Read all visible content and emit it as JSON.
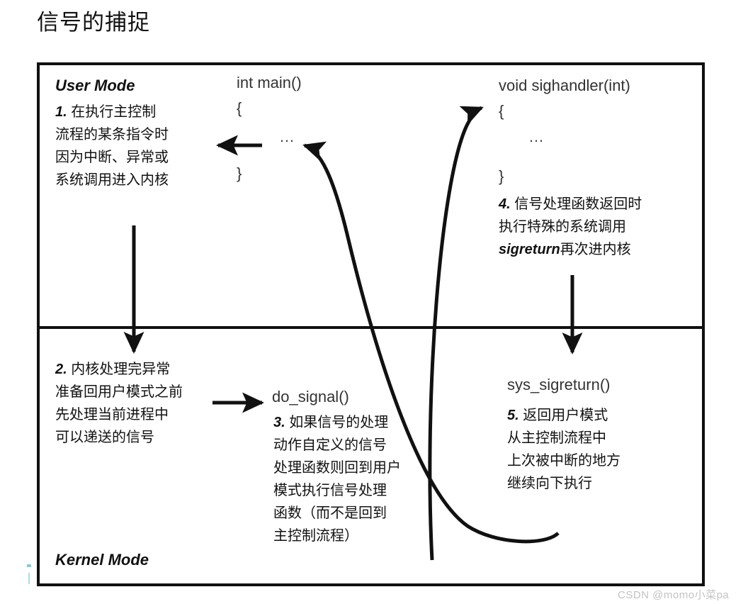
{
  "page": {
    "title": "信号的捕捉",
    "watermark": "CSDN @momo小菜pa"
  },
  "diagram": {
    "type": "flow-diagram",
    "modes": {
      "user": "User Mode",
      "kernel": "Kernel Mode"
    },
    "code": {
      "main_signature": "int main()",
      "main_body": "{\n\n}",
      "main_dots": "…",
      "sighandler_signature": "void sighandler(int)",
      "sighandler_body": "{\n\n}",
      "sighandler_dots": "…",
      "do_signal": "do_signal()",
      "sys_sigreturn": "sys_sigreturn()"
    },
    "steps": [
      {
        "id": 1,
        "number": "1.",
        "text": " 在执行主控制\n流程的某条指令时\n因为中断、异常或\n系统调用进入内核",
        "mode": "user"
      },
      {
        "id": 2,
        "number": "2.",
        "text": " 内核处理完异常\n准备回用户模式之前\n先处理当前进程中\n可以递送的信号",
        "mode": "kernel"
      },
      {
        "id": 3,
        "number": "3.",
        "text": " 如果信号的处理\n动作自定义的信号\n处理函数则回到用户\n模式执行信号处理\n函数（而不是回到\n主控制流程）",
        "mode": "kernel"
      },
      {
        "id": 4,
        "number": "4.",
        "text_before": " 信号处理函数返回时\n执行特殊的系统调用\n",
        "italic_term": "sigreturn",
        "text_after": "再次进内核",
        "mode": "user"
      },
      {
        "id": 5,
        "number": "5.",
        "text": " 返回用户模式\n从主控制流程中\n上次被中断的地方\n继续向下执行",
        "mode": "kernel"
      }
    ],
    "arrows": [
      {
        "name": "user-to-kernel-entry",
        "from": "step1",
        "to": "step2",
        "style": "straight-down"
      },
      {
        "name": "kernel-to-do-signal",
        "from": "step2",
        "to": "do_signal()",
        "style": "straight-right"
      },
      {
        "name": "do-signal-to-sighandler",
        "from": "do_signal()",
        "to": "sighandler",
        "style": "curved-up"
      },
      {
        "name": "sigreturn-to-kernel",
        "from": "sighandler",
        "to": "sys_sigreturn()",
        "style": "straight-down"
      },
      {
        "name": "sigreturn-to-main",
        "from": "sys_sigreturn()",
        "to": "main",
        "style": "curved-up-left"
      },
      {
        "name": "main-resume",
        "from": "main-dots",
        "to": "main-left",
        "style": "straight-left"
      }
    ],
    "colors": {
      "stroke": "#111111",
      "background": "#ffffff",
      "code_text": "#333333",
      "watermark": "#c3c3c3"
    }
  }
}
